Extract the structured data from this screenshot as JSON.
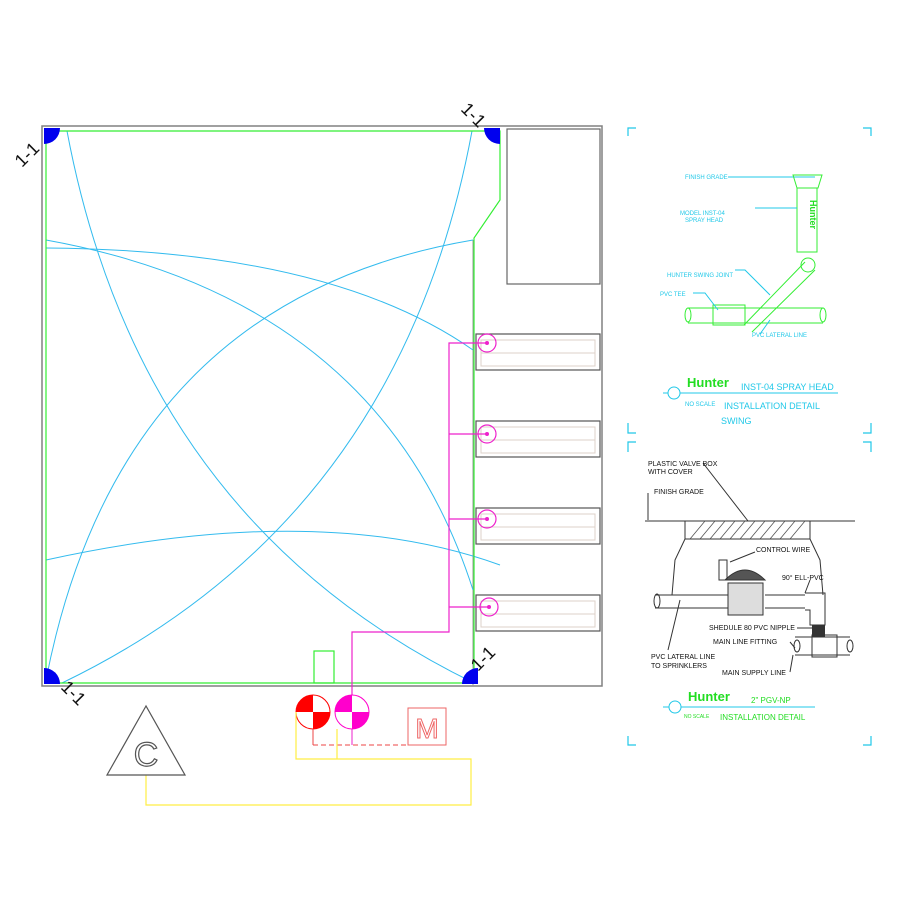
{
  "plan": {
    "section_labels": [
      "1-1",
      "1-1",
      "1-1",
      "1-1"
    ],
    "controller_label": "C",
    "meter_label": "M",
    "colors": {
      "border": "#808080",
      "lateral": "#33ee33",
      "spray_arc": "#33bbee",
      "valve_wire": "#ee22cc",
      "head": "#0000ee",
      "wire": "#ffee44",
      "valve_red": "#ff0000",
      "valve_magenta": "#ff00cc"
    }
  },
  "detail_spray": {
    "finish_grade": "FINISH GRADE",
    "model_line1": "MODEL INST-04",
    "model_line2": "SPRAY HEAD",
    "swing_joint": "HUNTER SWING JOINT",
    "pvc_tee": "PVC TEE",
    "lateral": "PVC LATERAL LINE",
    "brand": "Hunter",
    "title": "INST-04 SPRAY HEAD",
    "scale": "NO SCALE",
    "subtitle": "INSTALLATION DETAIL",
    "type": "SWING"
  },
  "detail_valve": {
    "valve_box_line1": "PLASTIC VALVE BOX",
    "valve_box_line2": "WITH COVER",
    "finish_grade": "FINISH GRADE",
    "control_wire": "CONTROL WIRE",
    "ell": "90° ELL-PVC",
    "nipple": "SHEDULE 80 PVC NIPPLE",
    "fitting": "MAIN LINE FITTING",
    "lateral_line1": "PVC LATERAL LINE",
    "lateral_line2": "TO SPRINKLERS",
    "supply": "MAIN SUPPLY LINE",
    "brand": "Hunter",
    "title": "2\" PGV-NP",
    "scale": "NO SCALE",
    "subtitle": "INSTALLATION DETAIL"
  }
}
